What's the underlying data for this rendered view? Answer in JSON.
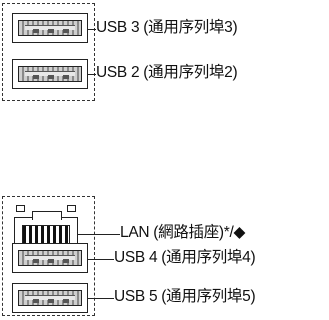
{
  "connectors": {
    "usb3": {
      "label": "USB 3 (通用序列埠3)"
    },
    "usb2": {
      "label": "USB 2 (通用序列埠2)"
    },
    "lan": {
      "label": "LAN (網路插座)*/◆"
    },
    "usb4": {
      "label": "USB 4 (通用序列埠4)"
    },
    "usb5": {
      "label": "USB 5 (通用序列埠5)"
    }
  },
  "icons": {
    "usb": "usb-port-icon",
    "lan": "lan-port-icon"
  },
  "colors": {
    "line": "#222222",
    "text": "#111111",
    "background": "#ffffff"
  }
}
